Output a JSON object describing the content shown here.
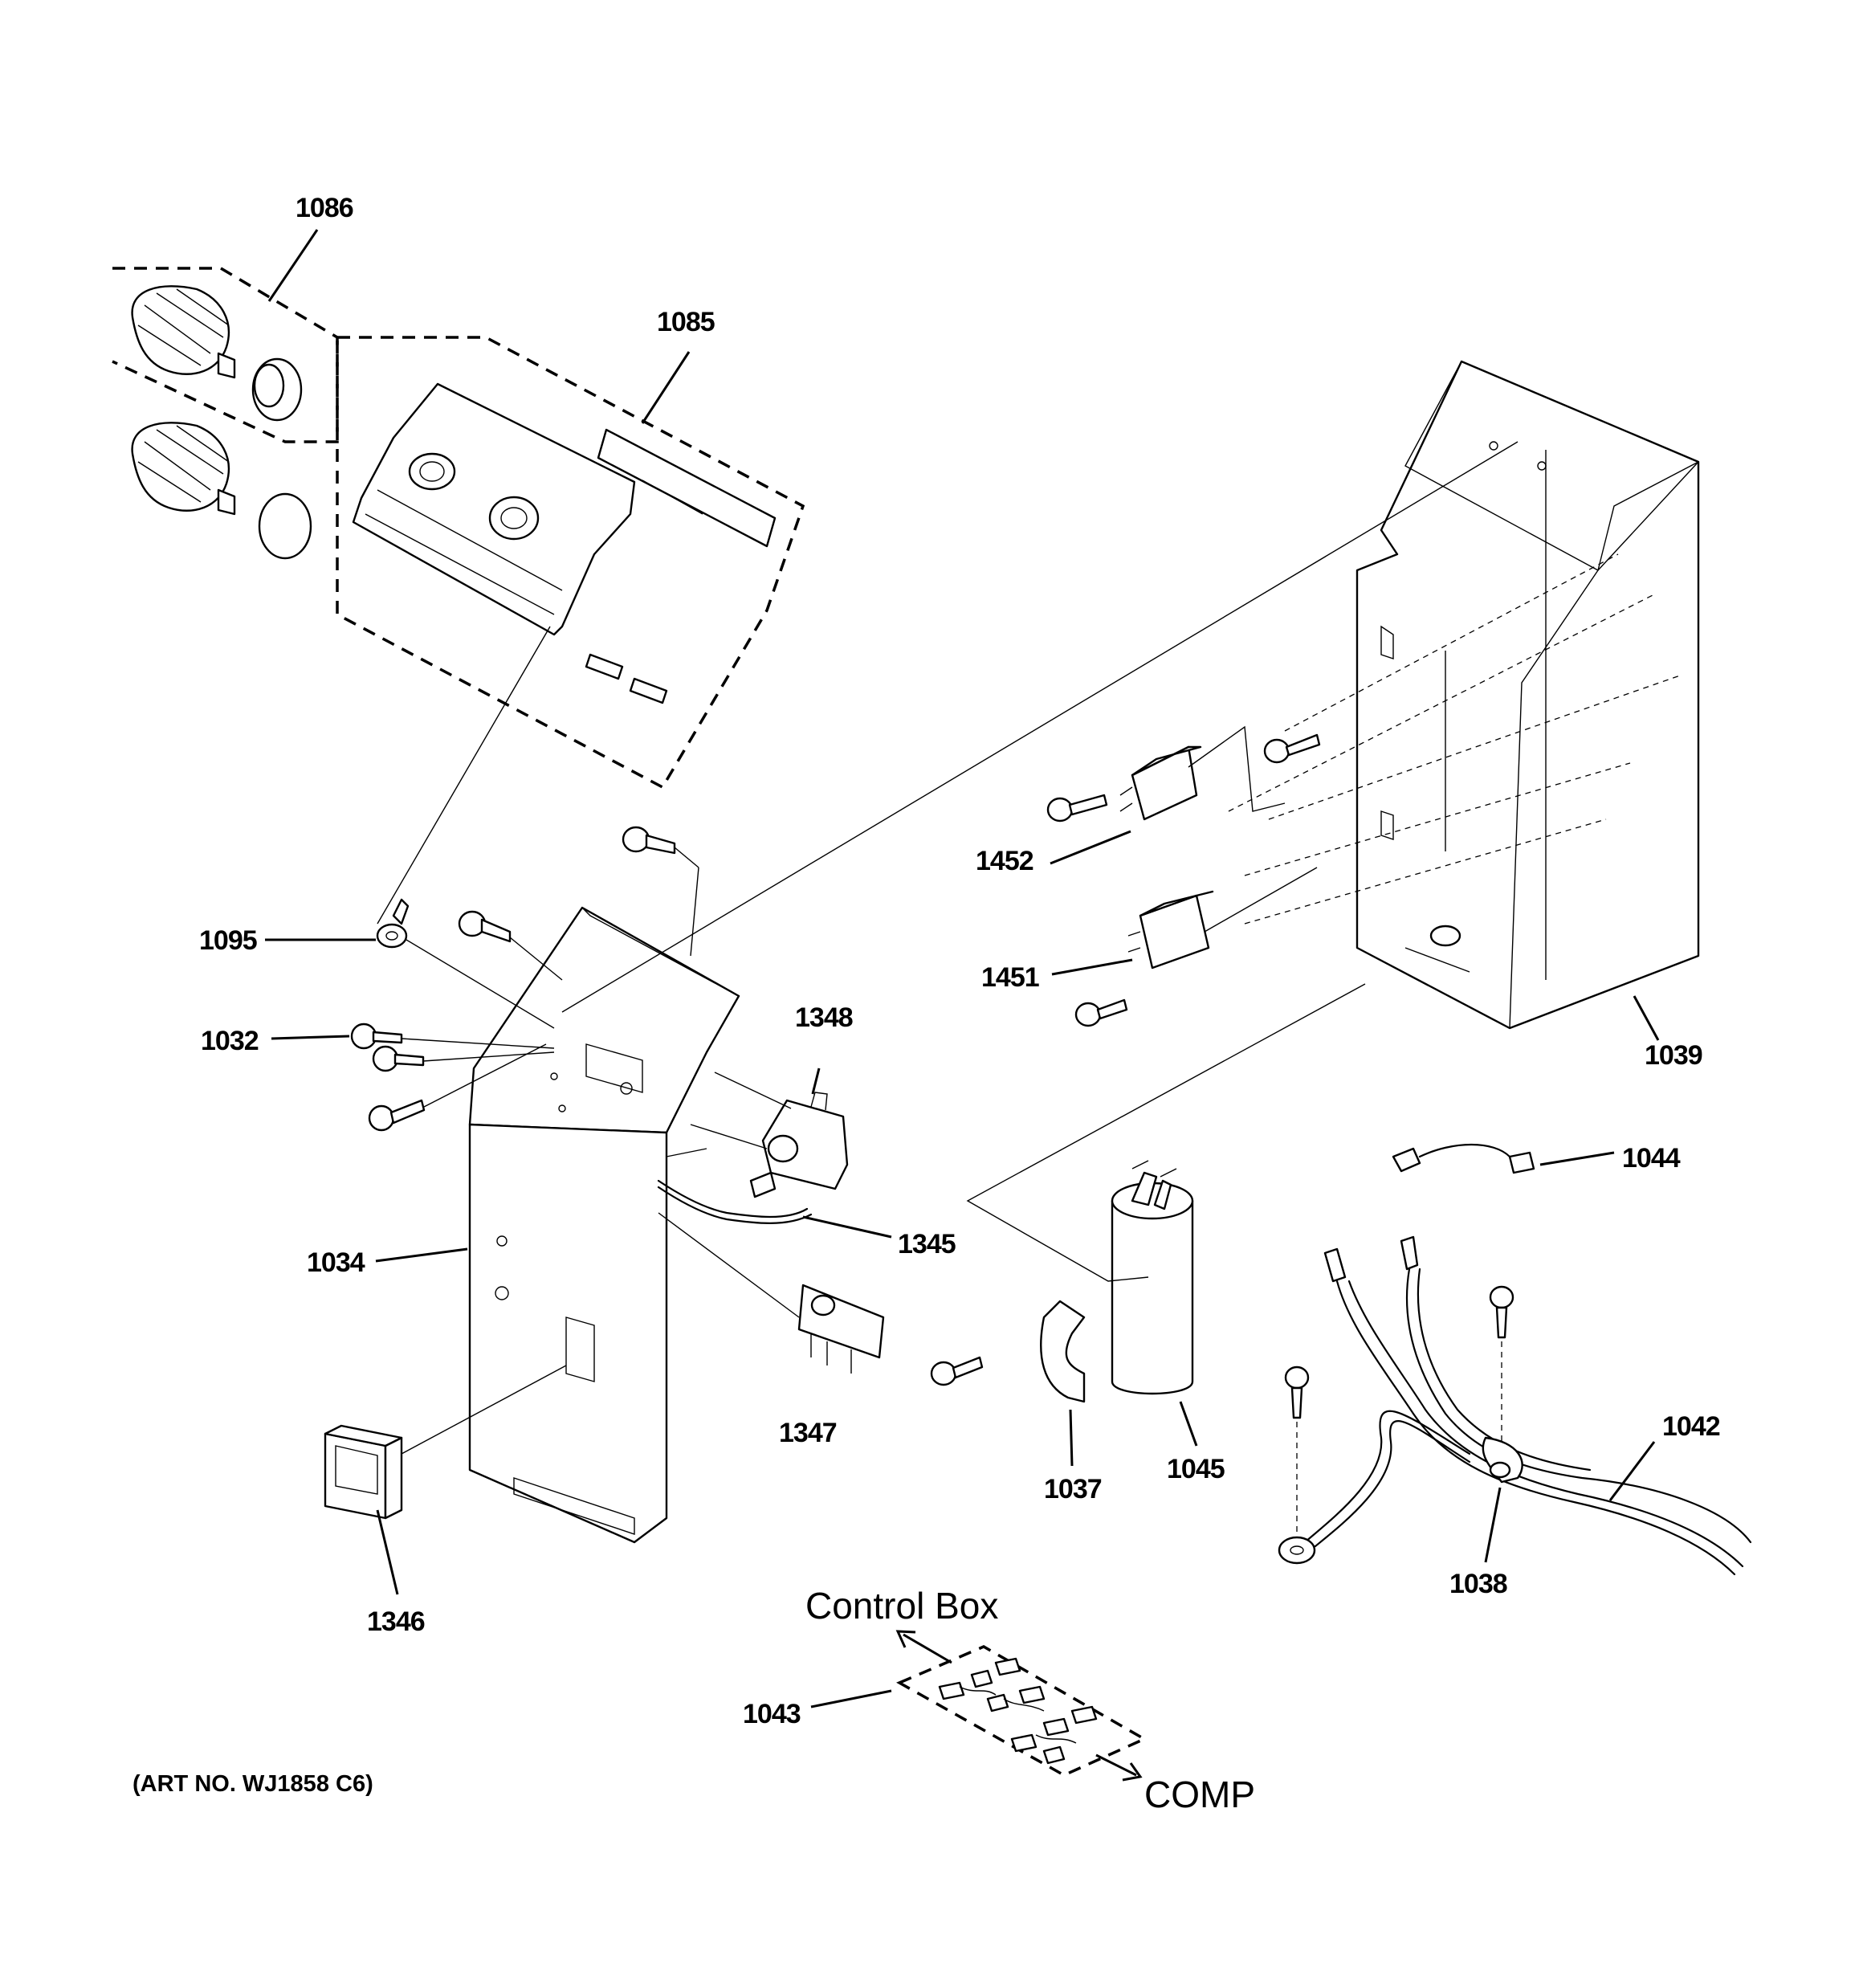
{
  "callouts": {
    "c1086": "1086",
    "c1085": "1085",
    "c1095": "1095",
    "c1032": "1032",
    "c1348": "1348",
    "c1452": "1452",
    "c1451": "1451",
    "c1039": "1039",
    "c1044": "1044",
    "c1345": "1345",
    "c1034": "1034",
    "c1347": "1347",
    "c1037": "1037",
    "c1045": "1045",
    "c1042": "1042",
    "c1038": "1038",
    "c1346": "1346",
    "c1043": "1043"
  },
  "notes": {
    "control_box": "Control Box",
    "comp": "COMP",
    "art_no": "(ART NO. WJ1858 C6)"
  }
}
